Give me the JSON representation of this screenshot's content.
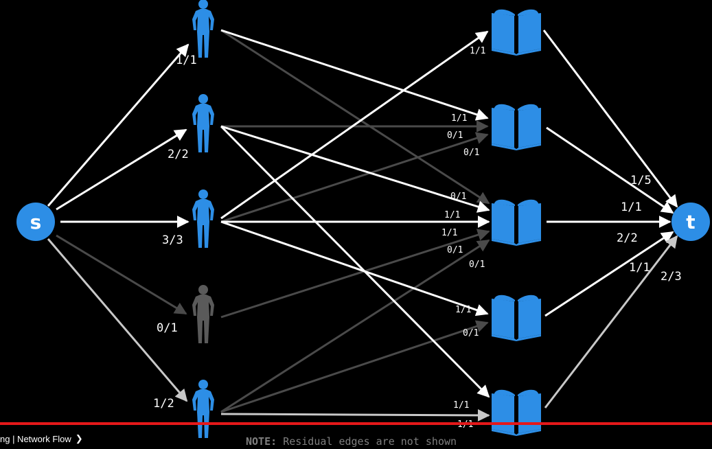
{
  "graph": {
    "source_label": "s",
    "sink_label": "t",
    "node_color": "#2d8ee6",
    "inactive_color": "#5a5a5a",
    "edges": [
      {
        "id": "s-p1",
        "label": "1/1",
        "state": "full"
      },
      {
        "id": "s-p2",
        "label": "2/2",
        "state": "full"
      },
      {
        "id": "s-p3",
        "label": "3/3",
        "state": "full"
      },
      {
        "id": "s-p4",
        "label": "0/1",
        "state": "empty"
      },
      {
        "id": "s-p5",
        "label": "1/2",
        "state": "partial"
      },
      {
        "id": "p1-b1",
        "label": "1/1",
        "state": "full"
      },
      {
        "id": "p1-b2",
        "label": "1/1",
        "state": "full"
      },
      {
        "id": "p1-b3",
        "label": "0/1",
        "state": "empty"
      },
      {
        "id": "p2-b2",
        "label": "0/1",
        "state": "empty"
      },
      {
        "id": "p2-b3",
        "label": "1/1",
        "state": "full"
      },
      {
        "id": "p2-b5",
        "label": "1/1",
        "state": "full"
      },
      {
        "id": "p3-b2",
        "label": "0/1",
        "state": "empty"
      },
      {
        "id": "p3-b3",
        "label": "1/1",
        "state": "full"
      },
      {
        "id": "p3-b4",
        "label": "1/1",
        "state": "full"
      },
      {
        "id": "p4-b3",
        "label": "0/1",
        "state": "empty"
      },
      {
        "id": "p5-b3",
        "label": "0/1",
        "state": "empty"
      },
      {
        "id": "p5-b4",
        "label": "0/1",
        "state": "empty"
      },
      {
        "id": "p5-b5",
        "label": "1/1",
        "state": "partial"
      },
      {
        "id": "b1-t",
        "label": "1/5",
        "state": "full"
      },
      {
        "id": "b2-t",
        "label": "1/1",
        "state": "full"
      },
      {
        "id": "b3-t",
        "label": "2/2",
        "state": "full"
      },
      {
        "id": "b4-t",
        "label": "1/1",
        "state": "full"
      },
      {
        "id": "b5-t",
        "label": "2/3",
        "state": "partial"
      }
    ]
  },
  "note": {
    "prefix": "NOTE:",
    "text": "Residual edges are not shown"
  },
  "player": {
    "breadcrumb": "ng | Network Flow",
    "chevron_icon": "chevron-right-icon",
    "progress": 1.0,
    "progress_color": "#e5181a"
  }
}
